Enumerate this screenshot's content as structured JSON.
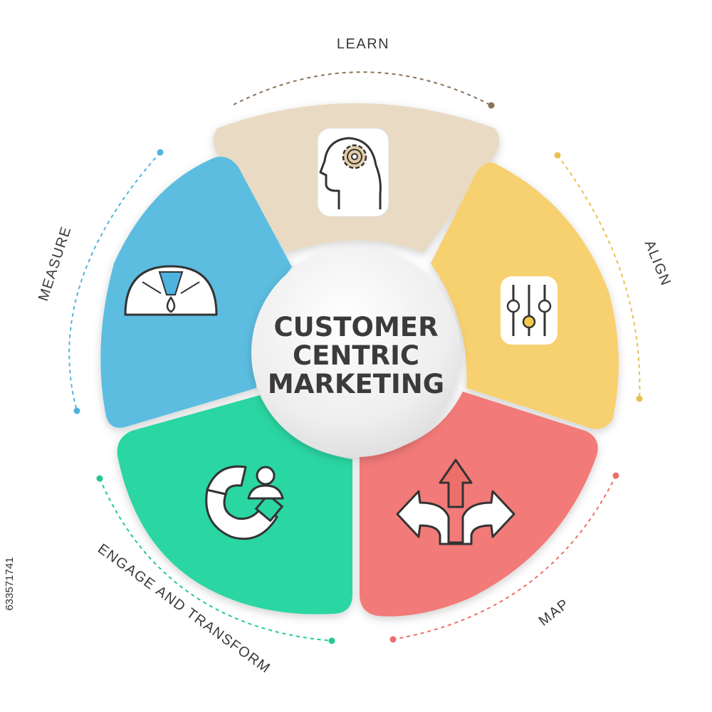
{
  "center": {
    "lines": [
      "CUSTOMER",
      "CENTRIC",
      "MARKETING"
    ]
  },
  "segments": [
    {
      "id": "learn",
      "label": "LEARN",
      "color": "#e9dbc3",
      "accent": "#8a7358",
      "icon": "head-gear-icon"
    },
    {
      "id": "align",
      "label": "ALIGN",
      "color": "#f7d070",
      "accent": "#e8c24d",
      "icon": "sliders-icon"
    },
    {
      "id": "map",
      "label": "MAP",
      "color": "#f27a78",
      "accent": "#ec6f6a",
      "icon": "split-arrows-icon"
    },
    {
      "id": "engage",
      "label": "ENGAGE AND TRANSFORM",
      "color": "#2bd6a2",
      "accent": "#24c796",
      "icon": "magnet-person-icon"
    },
    {
      "id": "measure",
      "label": "MEASURE",
      "color": "#5cbde0",
      "accent": "#4fb3e0",
      "icon": "gauge-icon"
    }
  ],
  "watermark": {
    "stock_id": "633571741"
  }
}
